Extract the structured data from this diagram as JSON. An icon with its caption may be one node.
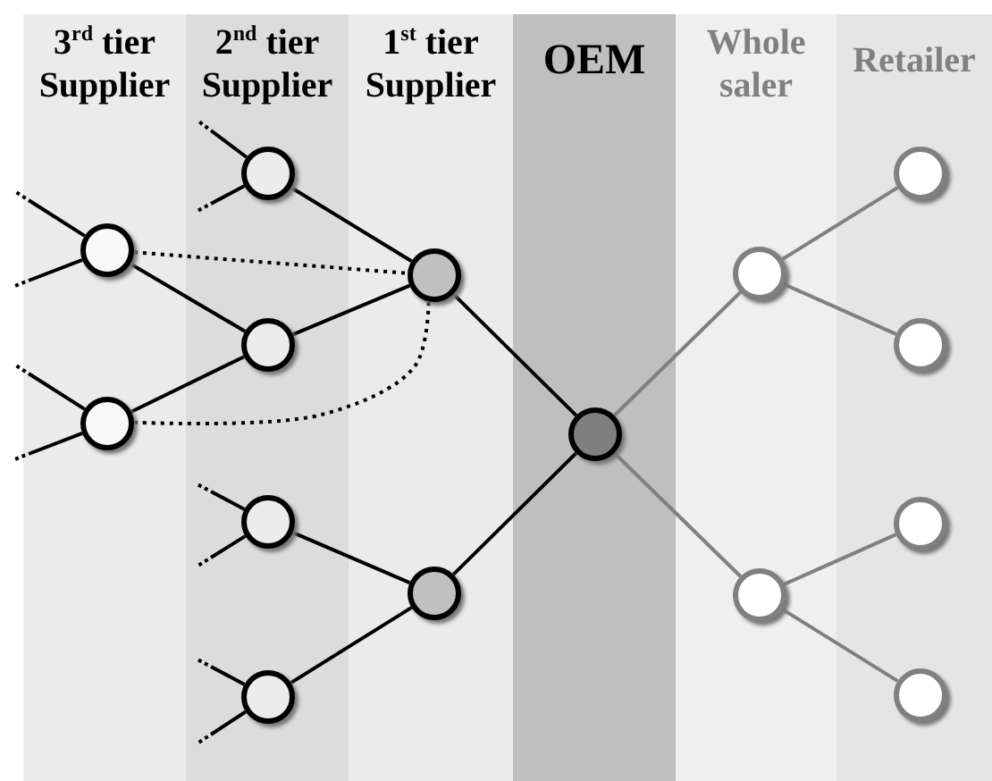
{
  "diagram": {
    "nodes": [
      {
        "text": [
          "3$^{rd}$ tier Supplier"
        ]
      },
      {
        "text": [
          "2$^{nd}$ tier Supplier"
        ]
      },
      {
        "text": [
          "1$^{st}$ tier Supplier"
        ]
      },
      {
        "text": [
          "OEM"
        ]
      },
      {
        "text": [
          "Whole saler"
        ]
      },
      {
        "text": [
          "Retailer"
        ]
      },
      {
        "text": [],
        "shape": "circle",
        "in": 0
      },
      {
        "text": [],
        "shape": "circle",
        "in": 0
      },
      {
        "text": [],
        "shape": "circle",
        "in": 1
      },
      {
        "text": [],
        "shape": "circle",
        "in": 1
      },
      {
        "text": [],
        "shape": "circle",
        "in": 1
      },
      {
        "text": [],
        "shape": "circle",
        "in": 1
      },
      {
        "text": [],
        "shape": "circle",
        "in": 2
      },
      {
        "text": [],
        "shape": "circle",
        "in": 2
      },
      {
        "text": [],
        "shape": "circle",
        "in": 3
      },
      {
        "text": [],
        "shape": "circle",
        "in": 4
      },
      {
        "text": [],
        "shape": "circle",
        "in": 4
      },
      {
        "text": [],
        "shape": "circle",
        "in": 5
      },
      {
        "text": [],
        "shape": "circle",
        "in": 5
      },
      {
        "text": [],
        "shape": "circle",
        "in": 5
      },
      {
        "text": [],
        "shape": "circle",
        "in": 5
      }
    ],
    "edges": [
      {
        "from": null,
        "to": 6,
        "arrow": "none"
      },
      {
        "from": null,
        "to": 6,
        "arrow": "none"
      },
      {
        "from": null,
        "to": 7,
        "arrow": "none"
      },
      {
        "from": null,
        "to": 7,
        "arrow": "none"
      },
      {
        "from": null,
        "to": 8,
        "arrow": "none"
      },
      {
        "from": null,
        "to": 8,
        "arrow": "none"
      },
      {
        "from": null,
        "to": 10,
        "arrow": "none"
      },
      {
        "from": null,
        "to": 10,
        "arrow": "none"
      },
      {
        "from": null,
        "to": 11,
        "arrow": "none"
      },
      {
        "from": null,
        "to": 11,
        "arrow": "none"
      },
      {
        "from": 6,
        "to": 9,
        "arrow": "none"
      },
      {
        "from": 7,
        "to": 9,
        "arrow": "none"
      },
      {
        "from": 6,
        "to": 12,
        "arrow": "none",
        "style": "dashed"
      },
      {
        "from": 7,
        "to": 12,
        "arrow": "none",
        "style": "dashed"
      },
      {
        "from": 8,
        "to": 12,
        "arrow": "none"
      },
      {
        "from": 9,
        "to": 12,
        "arrow": "none"
      },
      {
        "from": 10,
        "to": 13,
        "arrow": "none"
      },
      {
        "from": 11,
        "to": 13,
        "arrow": "none"
      },
      {
        "from": 12,
        "to": 14,
        "arrow": "none"
      },
      {
        "from": 13,
        "to": 14,
        "arrow": "none"
      },
      {
        "from": 14,
        "to": 15,
        "arrow": "none",
        "color": "#808080"
      },
      {
        "from": 14,
        "to": 16,
        "arrow": "none",
        "color": "#808080"
      },
      {
        "from": 15,
        "to": 17,
        "arrow": "none",
        "color": "#808080"
      },
      {
        "from": 15,
        "to": 18,
        "arrow": "none",
        "color": "#808080"
      },
      {
        "from": 16,
        "to": 19,
        "arrow": "none",
        "color": "#808080"
      },
      {
        "from": 16,
        "to": 20,
        "arrow": "none",
        "color": "#808080"
      }
    ]
  }
}
